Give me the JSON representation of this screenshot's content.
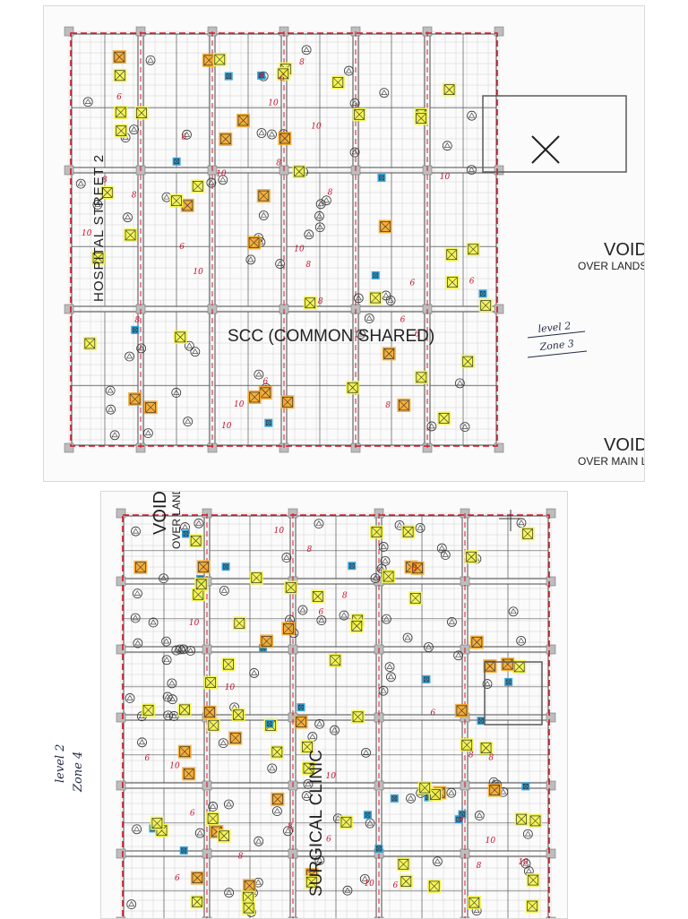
{
  "top_sheet": {
    "void_labels": [
      {
        "title": "VOID",
        "subtitle": "OVER LANDS"
      },
      {
        "title": "VOID",
        "subtitle": "OVER MAIN L"
      }
    ],
    "street_label": "HOSPITAL STREET 2",
    "area_label": "SCC (COMMON SHARED)",
    "annotation": {
      "line1": "level 2",
      "line2": "Zone 3"
    },
    "marks": [
      "6",
      "10",
      "8",
      "6",
      "10",
      "8",
      "8",
      "6",
      "10",
      "8",
      "6",
      "10",
      "8",
      "6",
      "8",
      "10",
      "6",
      "8",
      "10",
      "6",
      "8",
      "10",
      "8",
      "6",
      "10",
      "8",
      "6",
      "10"
    ]
  },
  "bottom_sheet": {
    "void_label": {
      "title": "VOID",
      "subtitle": "OVER LANDSC"
    },
    "area_label": "SURGICAL CLINIC",
    "annotation": {
      "line1": "level 2",
      "line2": "Zone 4"
    },
    "marks": [
      "10",
      "8",
      "6",
      "10",
      "8",
      "6",
      "10",
      "8",
      "6",
      "10",
      "8",
      "6",
      "10",
      "8",
      "6",
      "10",
      "8",
      "6",
      "10",
      "8",
      "6",
      "10",
      "8",
      "6"
    ]
  },
  "colors": {
    "highlight_yellow": "#f3f545",
    "highlight_orange": "#f6a623",
    "highlight_blue": "#1e9bd7",
    "markup_red": "#d0152b",
    "wall": "#5a5a5a",
    "grid": "#c9c9c9"
  }
}
